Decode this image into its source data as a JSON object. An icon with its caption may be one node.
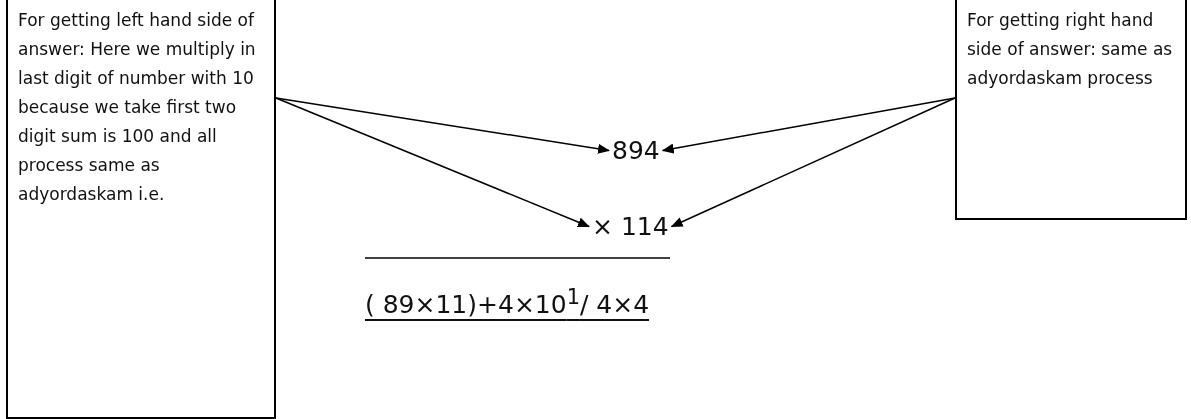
{
  "diagram": {
    "nodes": [
      {
        "text": [
          "For getting left hand side of answer: Here we multiply in last digit of number with 10 because we take first two digit sum is 100 and all process same as adyordaskam i.e."
        ]
      },
      {
        "text": [
          "894"
        ]
      },
      {
        "text": [
          "× 114"
        ]
      },
      {
        "text": [
          "For getting right hand side of answer: same as adyordaskam process"
        ]
      }
    ],
    "edges": [
      {
        "from": 0,
        "to": 1,
        "arrow": "to"
      },
      {
        "from": 0,
        "to": 2,
        "arrow": "to"
      },
      {
        "from": 3,
        "to": 1,
        "arrow": "to"
      },
      {
        "from": 3,
        "to": 2,
        "arrow": "to"
      }
    ],
    "labels": [
      "( 89×11)+4×10$^{1}$/ 4×4"
    ]
  }
}
